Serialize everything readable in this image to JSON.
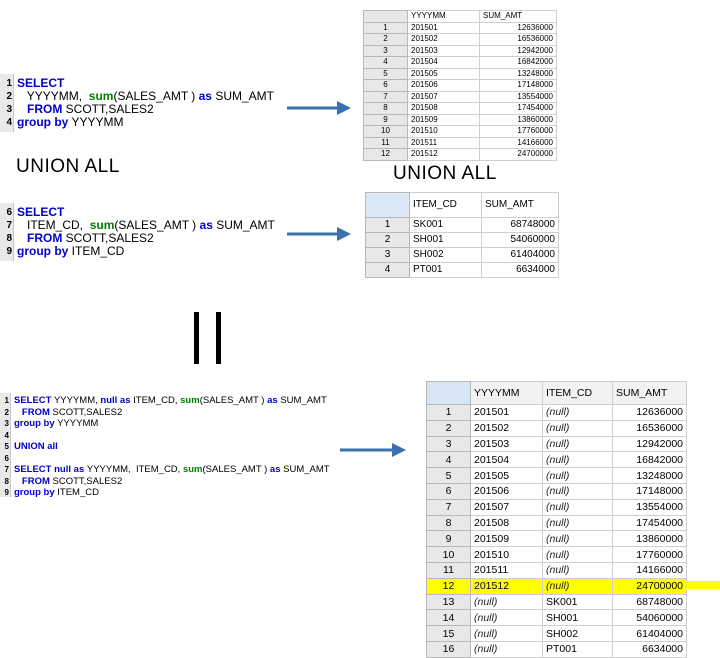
{
  "query1": {
    "lines": [
      {
        "num": "1",
        "kw1": "SELECT"
      },
      {
        "num": "2",
        "pre": "   YYYYMM,  ",
        "fn": "sum",
        "mid": "(SALES_AMT )",
        "kw": " as ",
        "post": "SUM_AMT"
      },
      {
        "num": "3",
        "pre": "   ",
        "kw": "FROM",
        "post": " SCOTT,SALES2"
      },
      {
        "num": "4",
        "kw1": "group by",
        "post": " YYYYMM"
      }
    ]
  },
  "query2": {
    "lines": [
      {
        "num": "6",
        "kw1": "SELECT"
      },
      {
        "num": "7",
        "pre": "   ITEM_CD,  ",
        "fn": "sum",
        "mid": "(SALES_AMT )",
        "kw": " as ",
        "post": "SUM_AMT"
      },
      {
        "num": "8",
        "pre": "   ",
        "kw": "FROM",
        "post": " SCOTT,SALES2"
      },
      {
        "num": "9",
        "kw1": "group by",
        "post": " ITEM_CD"
      }
    ]
  },
  "labels": {
    "union_left": "UNION ALL",
    "union_right": "UNION ALL"
  },
  "combined_query": {
    "l1": {
      "num": "1",
      "kw_select": "SELECT",
      "a": " YYYYMM, ",
      "kw_null": "null",
      "kw_as": " as ",
      "b": "ITEM_CD, ",
      "fn": "sum",
      "c": "(SALES_AMT )",
      "kw_as2": " as ",
      "d": "SUM_AMT"
    },
    "l2": {
      "num": "2",
      "kw": "FROM",
      "post": " SCOTT,SALES2"
    },
    "l3": {
      "num": "3",
      "kw": "group by",
      "post": " YYYYMM"
    },
    "l4": {
      "num": "4"
    },
    "l5": {
      "num": "5",
      "kw": "UNION all"
    },
    "l6": {
      "num": "6"
    },
    "l7": {
      "num": "7",
      "kw_select": "SELECT",
      "kw_null": " null",
      "kw_as": " as ",
      "a": "YYYYMM,  ITEM_CD, ",
      "fn": "sum",
      "c": "(SALES_AMT )",
      "kw_as2": " as ",
      "d": "SUM_AMT"
    },
    "l8": {
      "num": "8",
      "kw": "FROM",
      "post": " SCOTT,SALES2"
    },
    "l9": {
      "num": "9",
      "kw": "group by",
      "post": " ITEM_CD"
    }
  },
  "grid1": {
    "headers": [
      "YYYYMM",
      "SUM_AMT"
    ],
    "rows": [
      [
        "1",
        "201501",
        "12636000"
      ],
      [
        "2",
        "201502",
        "16536000"
      ],
      [
        "3",
        "201503",
        "12942000"
      ],
      [
        "4",
        "201504",
        "16842000"
      ],
      [
        "5",
        "201505",
        "13248000"
      ],
      [
        "6",
        "201506",
        "17148000"
      ],
      [
        "7",
        "201507",
        "13554000"
      ],
      [
        "8",
        "201508",
        "17454000"
      ],
      [
        "9",
        "201509",
        "13860000"
      ],
      [
        "10",
        "201510",
        "17760000"
      ],
      [
        "11",
        "201511",
        "14166000"
      ],
      [
        "12",
        "201512",
        "24700000"
      ]
    ]
  },
  "grid2": {
    "headers": [
      "ITEM_CD",
      "SUM_AMT"
    ],
    "rows": [
      [
        "1",
        "SK001",
        "68748000"
      ],
      [
        "2",
        "SH001",
        "54060000"
      ],
      [
        "3",
        "SH002",
        "61404000"
      ],
      [
        "4",
        "PT001",
        "6634000"
      ]
    ]
  },
  "grid3": {
    "headers": [
      "YYYYMM",
      "ITEM_CD",
      "SUM_AMT"
    ],
    "highlight_row": "12",
    "highlight_color": "#ffff00",
    "rows": [
      [
        "1",
        "201501",
        "(null)",
        "12636000"
      ],
      [
        "2",
        "201502",
        "(null)",
        "16536000"
      ],
      [
        "3",
        "201503",
        "(null)",
        "12942000"
      ],
      [
        "4",
        "201504",
        "(null)",
        "16842000"
      ],
      [
        "5",
        "201505",
        "(null)",
        "13248000"
      ],
      [
        "6",
        "201506",
        "(null)",
        "17148000"
      ],
      [
        "7",
        "201507",
        "(null)",
        "13554000"
      ],
      [
        "8",
        "201508",
        "(null)",
        "17454000"
      ],
      [
        "9",
        "201509",
        "(null)",
        "13860000"
      ],
      [
        "10",
        "201510",
        "(null)",
        "17760000"
      ],
      [
        "11",
        "201511",
        "(null)",
        "14166000"
      ],
      [
        "12",
        "201512",
        "(null)",
        "24700000"
      ],
      [
        "13",
        "(null)",
        "SK001",
        "68748000"
      ],
      [
        "14",
        "(null)",
        "SH001",
        "54060000"
      ],
      [
        "15",
        "(null)",
        "SH002",
        "61404000"
      ],
      [
        "16",
        "(null)",
        "PT001",
        "6634000"
      ]
    ]
  },
  "colors": {
    "keyword": "#0000c8",
    "function": "#008000",
    "arrow": "#3a6fb0",
    "highlight": "#ffff00"
  }
}
